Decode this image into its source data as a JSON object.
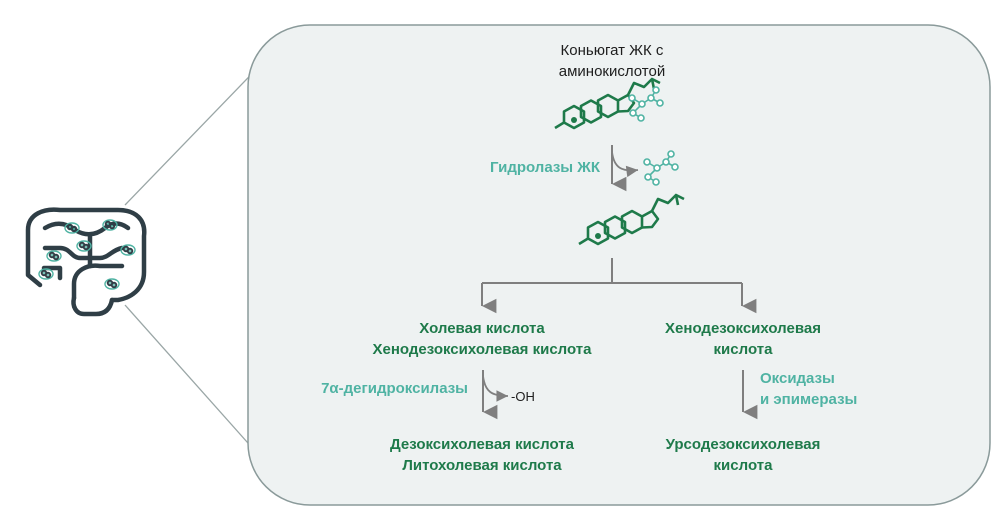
{
  "top_label": {
    "line1": "Коньюгат ЖК с",
    "line2": "аминокислотой"
  },
  "enzyme_hydrolase": "Гидролазы ЖК",
  "left_product": {
    "line1": "Холевая кислота",
    "line2": "Хенодезоксихолевая кислота"
  },
  "right_product": {
    "line1": "Хенодезоксихолевая",
    "line2": "кислота"
  },
  "enzyme_dehydroxylase": "7α-дегидроксилазы",
  "oh_group": "-OH",
  "enzyme_oxidase": {
    "line1": "Оксидазы",
    "line2": "и эпимеразы"
  },
  "left_result": {
    "line1": "Дезоксихолевая кислота",
    "line2": "Литохолевая кислота"
  },
  "right_result": {
    "line1": "Урсодезоксихолевая",
    "line2": "кислота"
  },
  "colors": {
    "panel_fill": "#eef2f2",
    "panel_stroke": "#8a9a9a",
    "arrow": "#7f7f7f",
    "molecule": "#1e7a4a",
    "teal": "#4fb3a3",
    "intestine": "#2f3e46"
  },
  "icons": [
    "intestine-icon",
    "steroid-molecule-icon",
    "amino-acid-icon"
  ]
}
